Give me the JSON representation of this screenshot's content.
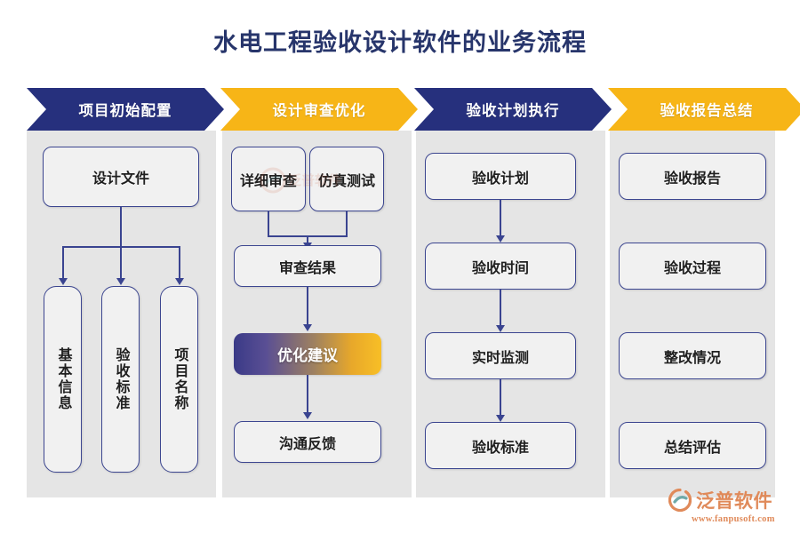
{
  "title": "水电工程验收设计软件的业务流程",
  "colors": {
    "navy": "#26307d",
    "gold": "#f7b517",
    "title_text": "#27356b",
    "panel_bg": "#e5e5e5",
    "node_bg": "#f1f1f1",
    "node_border": "#3c4690",
    "logo": "#e08a5a"
  },
  "stages": [
    {
      "label": "项目初始配置",
      "style": "navy"
    },
    {
      "label": "设计审查优化",
      "style": "gold"
    },
    {
      "label": "验收计划执行",
      "style": "navy"
    },
    {
      "label": "验收报告总结",
      "style": "gold"
    }
  ],
  "column1": {
    "root": "设计文件",
    "children": [
      "基本信息",
      "验收标准",
      "项目名称"
    ]
  },
  "column2": {
    "parallel": [
      "详细审查",
      "仿真测试"
    ],
    "merge": "审查结果",
    "highlight": "优化建议",
    "last": "沟通反馈"
  },
  "column3": {
    "steps": [
      "验收计划",
      "验收时间",
      "实时监测",
      "验收标准"
    ]
  },
  "column4": {
    "items": [
      "验收报告",
      "验收过程",
      "整改情况",
      "总结评估"
    ]
  },
  "logo": {
    "name": "泛普软件",
    "url": "www.fanpusoft.com",
    "icon": "fanpu-swoosh-icon"
  },
  "watermark": {
    "text": "泛普软件"
  }
}
